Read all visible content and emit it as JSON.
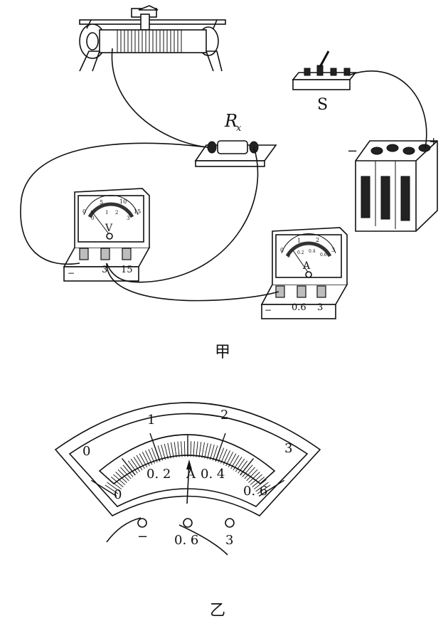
{
  "figure_top": {
    "caption": "甲",
    "resistor_label": "R",
    "resistor_subscript": "x",
    "switch_label": "S",
    "battery_minus": "−",
    "battery_plus": "+",
    "voltmeter": {
      "symbol": "V",
      "scale_top": [
        "0",
        "5",
        "10",
        "15"
      ],
      "scale_bottom": [
        "0",
        "1",
        "2",
        "3"
      ],
      "terminals": [
        "−",
        "3",
        "15"
      ]
    },
    "ammeter": {
      "symbol": "A",
      "scale_top": [
        "0",
        "1",
        "2",
        "3"
      ],
      "scale_bottom": [
        "0",
        "0.2",
        "0.4",
        "0.6"
      ],
      "terminals": [
        "−",
        "0.6",
        "3"
      ]
    }
  },
  "figure_bottom": {
    "caption": "乙",
    "meter_symbol": "A",
    "scale_top": [
      "0",
      "1",
      "2",
      "3"
    ],
    "scale_bottom": [
      "0",
      "0. 2",
      "0. 4",
      "0. 6"
    ],
    "terminals": [
      "−",
      "0. 6",
      "3"
    ],
    "pointer_position_small_divisions": 25,
    "reading_on_0_6_range": 0.26
  }
}
